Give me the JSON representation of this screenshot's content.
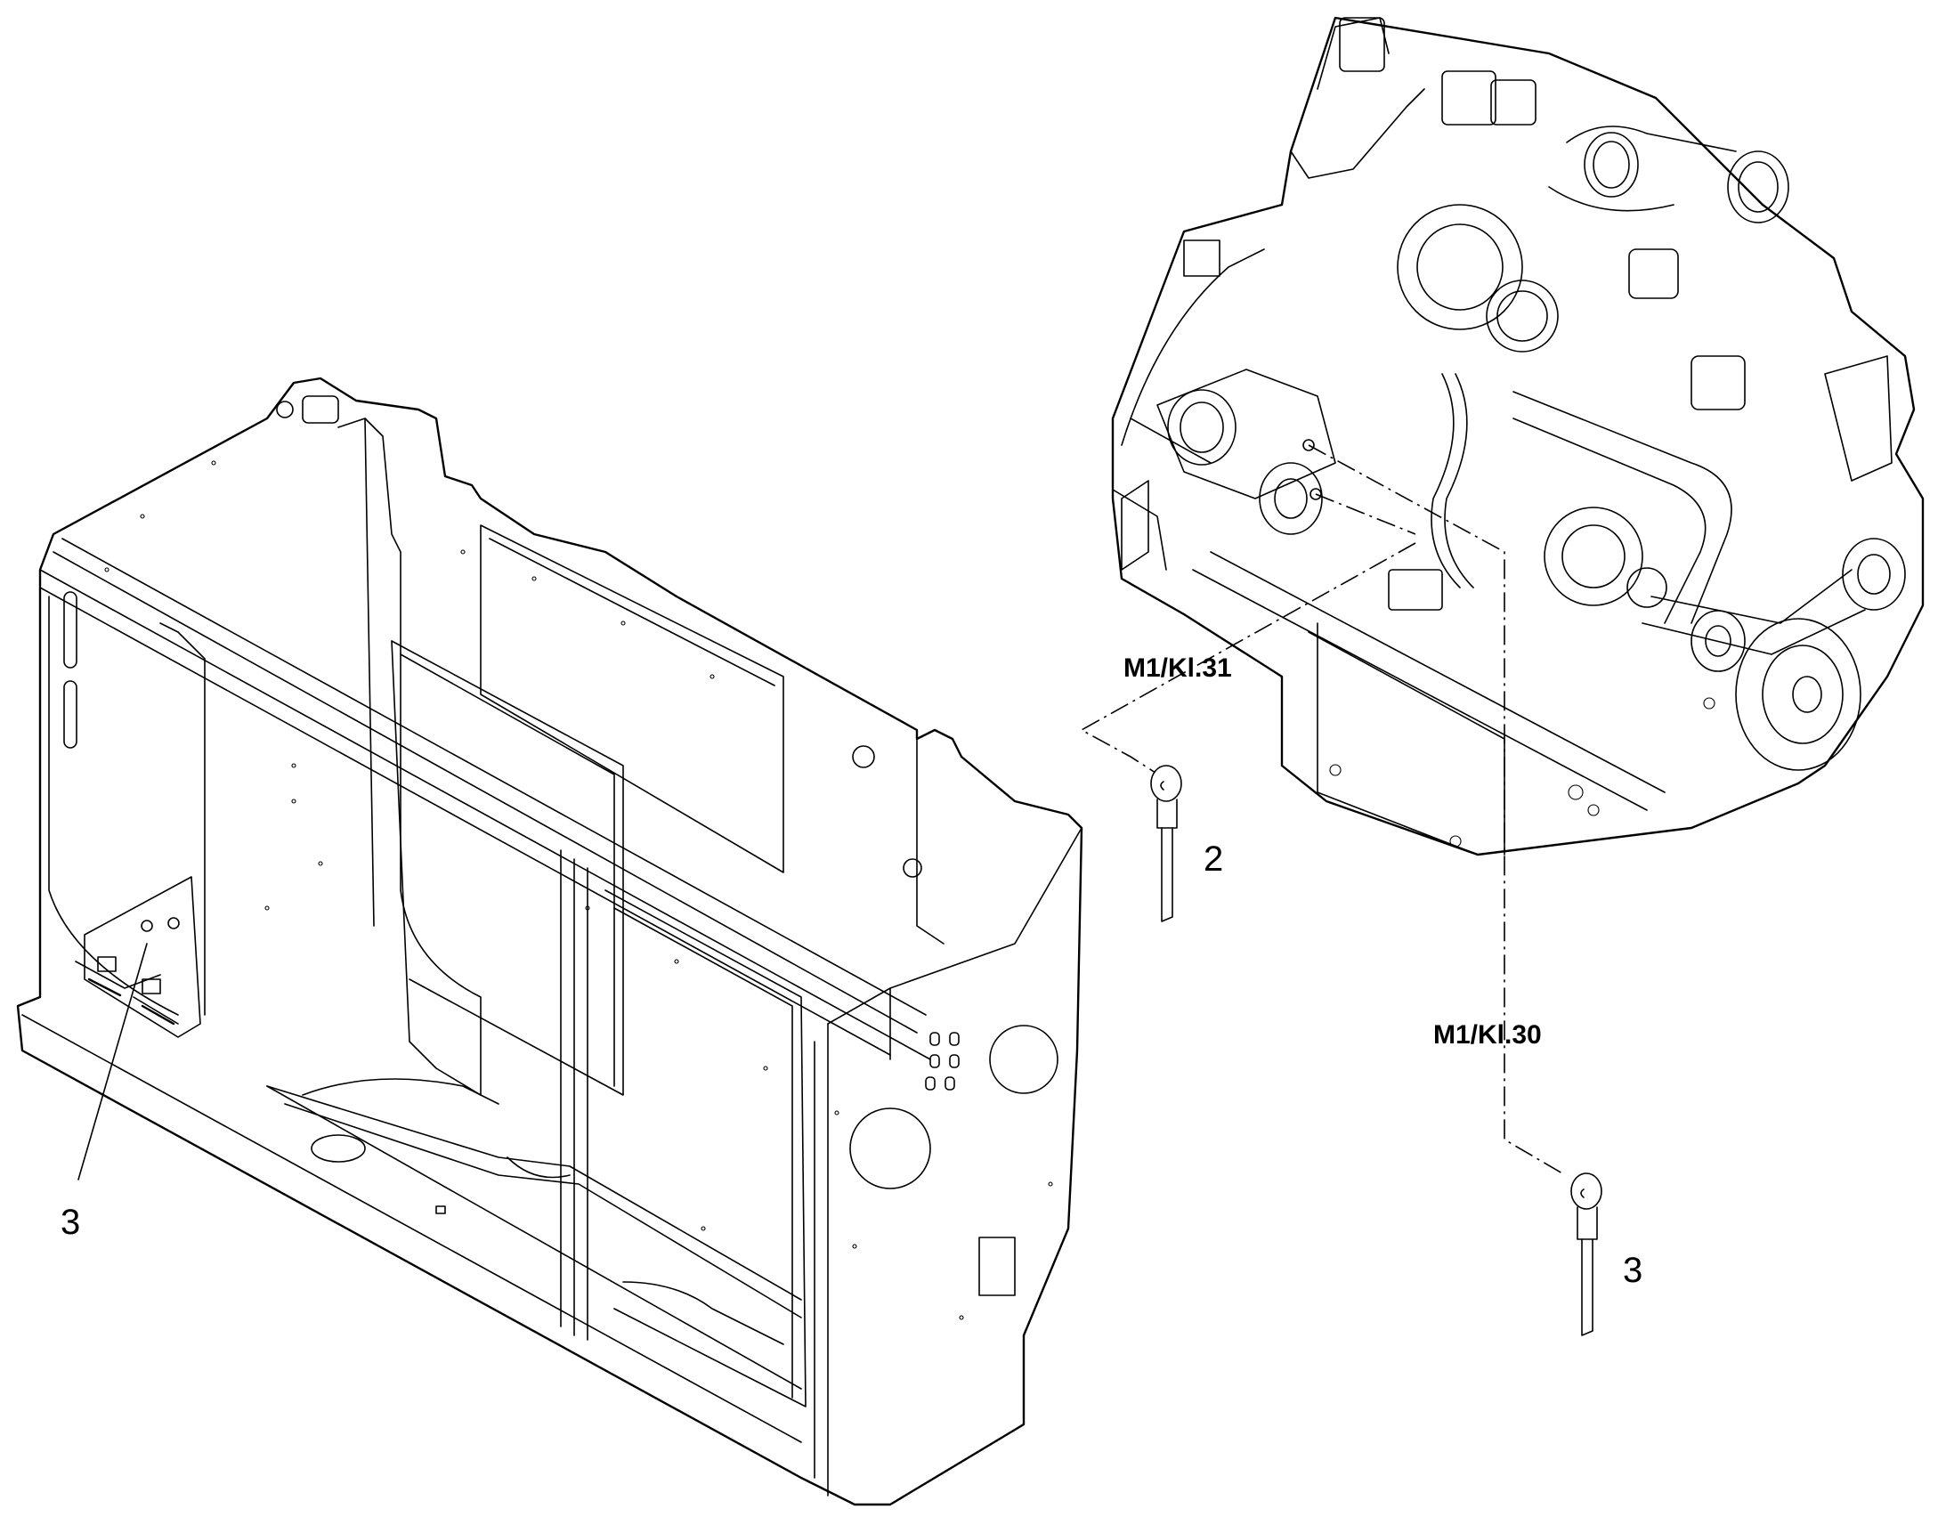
{
  "callouts": {
    "frame_part": "3",
    "cable_m1_kl31": "2",
    "cable_m1_kl30": "3"
  },
  "terminals": {
    "kl31": "M1/Kl.31",
    "kl30": "M1/Kl.30"
  },
  "colors": {
    "line": "#000000",
    "background": "#ffffff"
  }
}
